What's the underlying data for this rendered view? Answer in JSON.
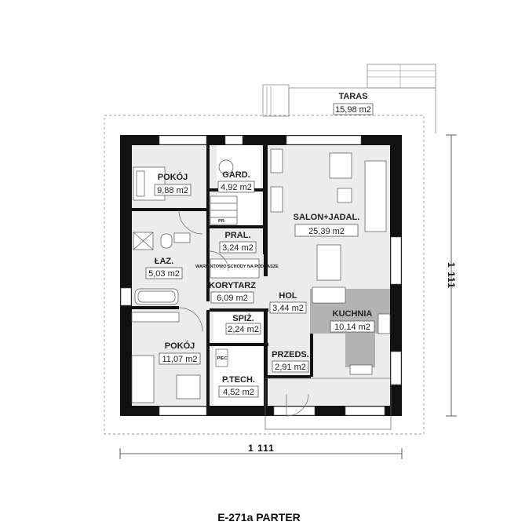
{
  "plan": {
    "caption": "E-271a PARTER",
    "dim_horizontal": "1 111",
    "dim_vertical": "1 111",
    "stairs_note": "WARIANTOWO SCHODY NA PODDASZE",
    "fixtures": {
      "pr": "PR",
      "piec": "PIEC"
    }
  },
  "rooms": {
    "taras": {
      "name": "TARAS",
      "area": "15,98 m2"
    },
    "pokoj_top": {
      "name": "POKÓJ",
      "area": "9,88 m2"
    },
    "gard": {
      "name": "GARD.",
      "area": "4,92 m2"
    },
    "salon": {
      "name": "SALON+JADAL.",
      "area": "25,39 m2"
    },
    "pral": {
      "name": "PRAL.",
      "area": "3,24 m2"
    },
    "laz": {
      "name": "ŁAZ.",
      "area": "5,03 m2"
    },
    "korytarz": {
      "name": "KORYTARZ",
      "area": "6,09 m2"
    },
    "hol": {
      "name": "HOL",
      "area": "3,44 m2"
    },
    "kuchnia": {
      "name": "KUCHNIA",
      "area": "10,14 m2"
    },
    "spiz": {
      "name": "SPIŻ.",
      "area": "2,24 m2"
    },
    "pokoj_bottom": {
      "name": "POKÓJ",
      "area": "11,07 m2"
    },
    "przeds": {
      "name": "PRZEDS.",
      "area": "2,91 m2"
    },
    "ptech": {
      "name": "P.TECH.",
      "area": "4,52 m2"
    }
  },
  "colors": {
    "wall": "#111111",
    "floor": "#ececec",
    "kitchen_floor": "#b3b3b3",
    "white_floor": "#ffffff",
    "furniture": "#dcdcdc",
    "outline": "#999999"
  }
}
